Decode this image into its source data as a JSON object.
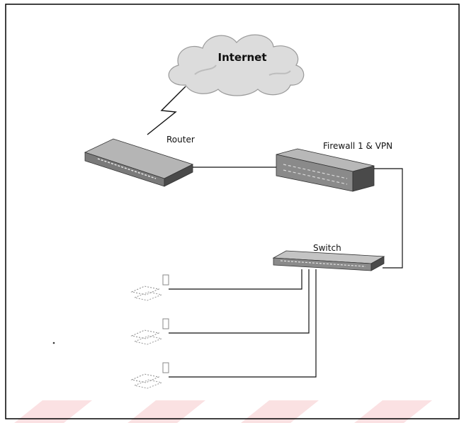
{
  "labels": {
    "internet": "Internet",
    "router": "Router",
    "firewall": "Firewall 1 & VPN",
    "switch": "Switch"
  },
  "colors": {
    "border": "#000000",
    "line": "#111111",
    "cloud_fill": "#dcdcdc",
    "cloud_stroke": "#9a9a9a",
    "device_fill": "#8a8a8a",
    "device_dark": "#4a4a4a",
    "device_light": "#c4c4c4",
    "watermark": "#f7c9cc"
  },
  "icons": {
    "cloud": "cloud-icon",
    "wireless_link": "lightning-link-icon",
    "router": "router-icon",
    "firewall": "firewall-appliance-icon",
    "switch": "network-switch-icon",
    "workstation": "workstation-icon"
  }
}
